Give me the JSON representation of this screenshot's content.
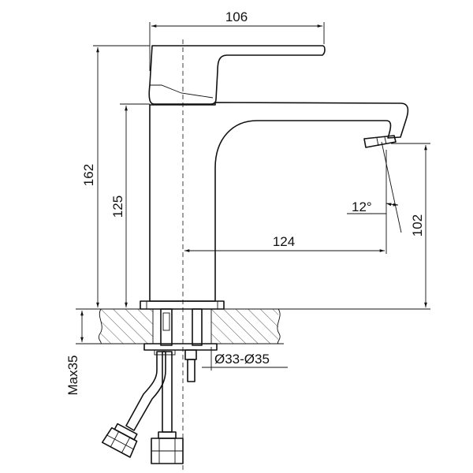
{
  "dimensions": {
    "handle_width": "106",
    "total_height": "162",
    "spout_height": "125",
    "reach": "124",
    "outlet_height": "102",
    "outlet_angle": "12°",
    "hole_diameter": "Ø33-Ø35",
    "max_thickness": "Max35"
  }
}
